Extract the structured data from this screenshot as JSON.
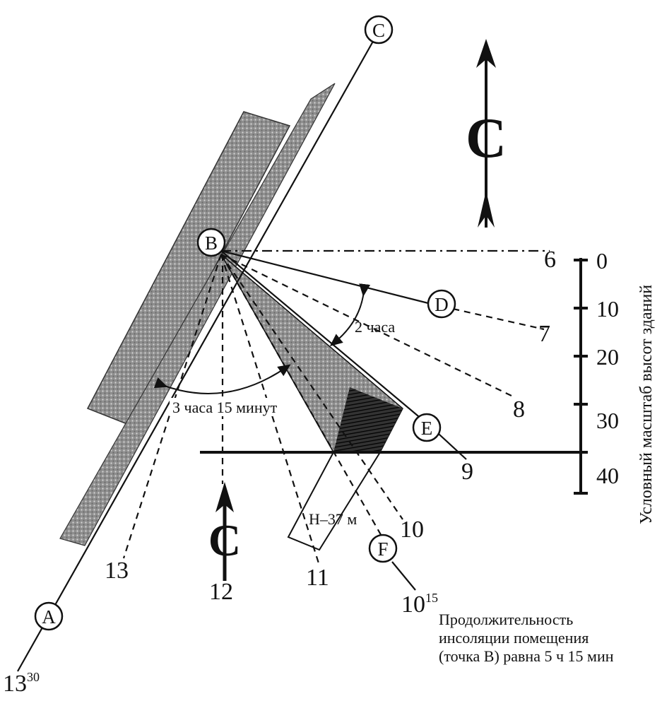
{
  "points": {
    "A": "A",
    "B": "B",
    "C": "C",
    "D": "D",
    "E": "E",
    "F": "F"
  },
  "hour_lines": {
    "h6": "6",
    "h7": "7",
    "h8": "8",
    "h9": "9",
    "h10": "10",
    "h11": "11",
    "h12": "12",
    "h13": "13"
  },
  "time_labels": {
    "end_time_base": "13",
    "end_time_sup": "30",
    "start_time_base": "10",
    "start_time_sup": "15"
  },
  "north_symbol": "С",
  "intervals": {
    "right_interval": "2 часа",
    "left_interval": "3 часа 15 минут"
  },
  "building_height": "Н–37 м",
  "scale": {
    "title": "Условный масштаб высот зданий",
    "ticks": [
      "0",
      "10",
      "20",
      "30",
      "40"
    ]
  },
  "note_lines": [
    "Продолжительность",
    "инсоляции помещения",
    "(точка В) равна 5 ч 15 мин"
  ],
  "colors": {
    "ink": "#111111",
    "shade_light": "#9a9a9a",
    "shade_dark": "#2a2a2a",
    "background": "#ffffff"
  }
}
